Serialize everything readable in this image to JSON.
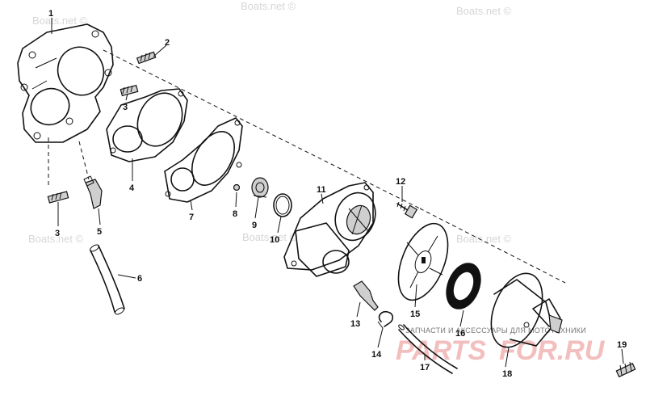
{
  "watermarks": {
    "boats": "Boats.net ©",
    "shop_text": "ЗАПЧАСТИ И АКСЕССУАРЫ ДЛЯ МОТОТЕХНИКИ",
    "logo_part1": "PARTS",
    "logo_part2": "FOR.RU"
  },
  "parts": [
    {
      "id": "p1",
      "label": "1"
    },
    {
      "id": "p2",
      "label": "2"
    },
    {
      "id": "p3a",
      "label": "3"
    },
    {
      "id": "p3b",
      "label": "3"
    },
    {
      "id": "p4",
      "label": "4"
    },
    {
      "id": "p5",
      "label": "5"
    },
    {
      "id": "p6",
      "label": "6"
    },
    {
      "id": "p7",
      "label": "7"
    },
    {
      "id": "p8",
      "label": "8"
    },
    {
      "id": "p9",
      "label": "9"
    },
    {
      "id": "p10",
      "label": "10"
    },
    {
      "id": "p11",
      "label": "11"
    },
    {
      "id": "p12",
      "label": "12"
    },
    {
      "id": "p13",
      "label": "13"
    },
    {
      "id": "p14",
      "label": "14"
    },
    {
      "id": "p15",
      "label": "15"
    },
    {
      "id": "p16",
      "label": "16"
    },
    {
      "id": "p17",
      "label": "17"
    },
    {
      "id": "p18",
      "label": "18"
    },
    {
      "id": "p19",
      "label": "19"
    }
  ]
}
